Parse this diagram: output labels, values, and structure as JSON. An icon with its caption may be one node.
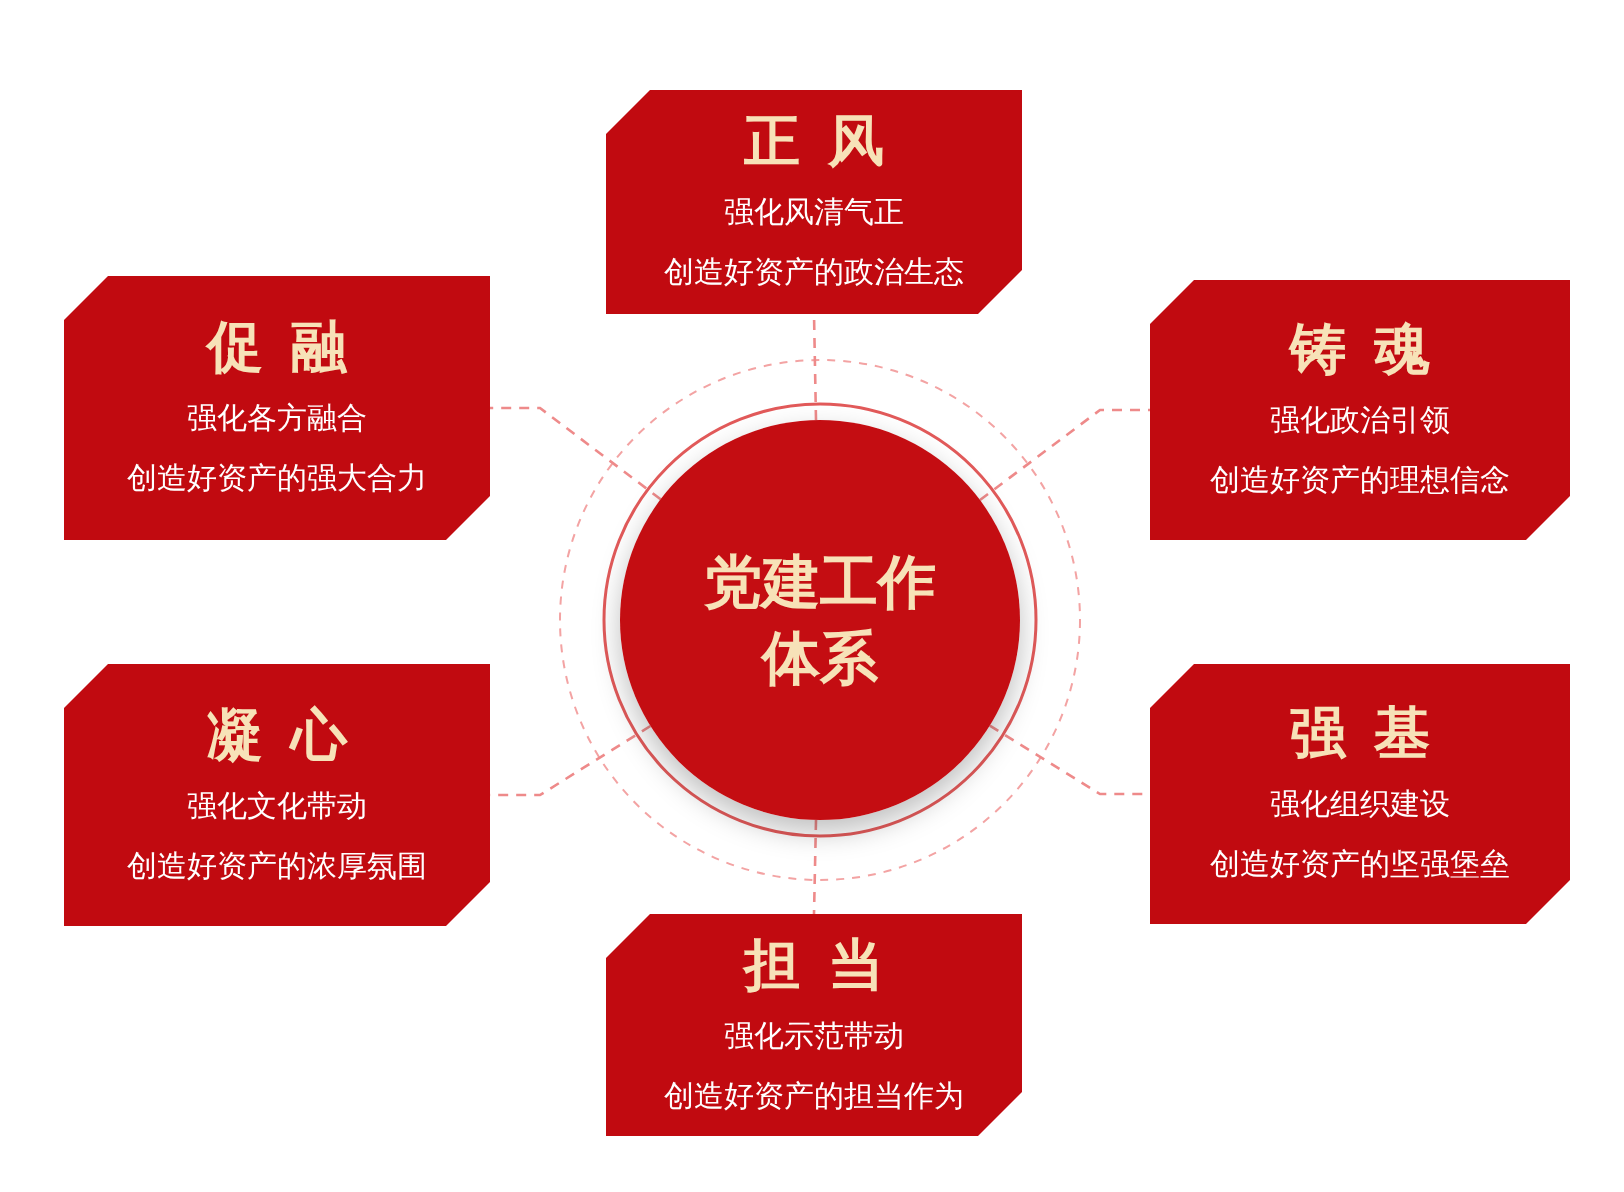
{
  "diagram": {
    "nodes": [
      {
        "text": [
          "正风",
          "强化风清气正",
          "创造好资产的政治生态"
        ]
      },
      {
        "text": [
          "促融",
          "强化各方融合",
          "创造好资产的强大合力"
        ]
      },
      {
        "text": [
          "铸魂",
          "强化政治引领",
          "创造好资产的理想信念"
        ]
      },
      {
        "text": [
          "党建工作体系"
        ]
      },
      {
        "text": [
          "凝心",
          "强化文化带动",
          "创造好资产的浓厚氛围"
        ]
      },
      {
        "text": [
          "强基",
          "强化组织建设",
          "创造好资产的坚强堡垒"
        ]
      },
      {
        "text": [
          "担当",
          "强化示范带动",
          "创造好资产的担当作为"
        ]
      }
    ],
    "edges": [
      {
        "from": 3,
        "to": 0,
        "arrow": "none",
        "style": "dashed"
      },
      {
        "from": 3,
        "to": 1,
        "arrow": "none",
        "style": "dashed"
      },
      {
        "from": 3,
        "to": 2,
        "arrow": "none",
        "style": "dashed"
      },
      {
        "from": 3,
        "to": 4,
        "arrow": "none",
        "style": "dashed"
      },
      {
        "from": 3,
        "to": 5,
        "arrow": "none",
        "style": "dashed"
      },
      {
        "from": 3,
        "to": 6,
        "arrow": "none",
        "style": "dashed"
      }
    ]
  }
}
